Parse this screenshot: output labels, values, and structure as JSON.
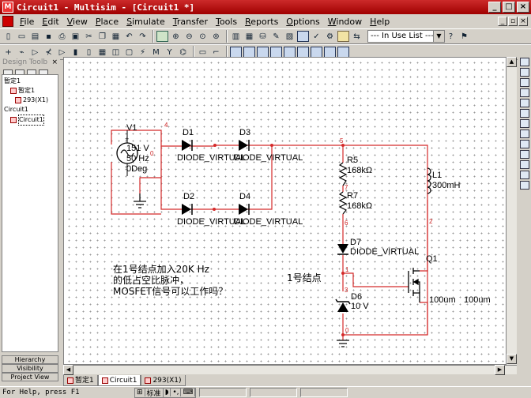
{
  "window": {
    "title": "Circuit1 - Multisim - [Circuit1 *]",
    "app_icon_glyph": "M"
  },
  "menu": [
    "File",
    "Edit",
    "View",
    "Place",
    "Simulate",
    "Transfer",
    "Tools",
    "Reports",
    "Options",
    "Window",
    "Help"
  ],
  "toolbar": {
    "in_use_list": "--- In Use List ---"
  },
  "design_toolbox": {
    "title": "Design Toolb",
    "tree": [
      "暂定1",
      "暂定1",
      "293(X1)",
      "Circuit1",
      "Circuit1"
    ],
    "tabs": [
      "Hierarchy",
      "Visibility",
      "Project View"
    ]
  },
  "circuit": {
    "source": {
      "ref": "V1",
      "voltage": "151 V",
      "freq": "50 Hz",
      "phase": "0Deg"
    },
    "diodes": [
      {
        "ref": "D1",
        "model": "DIODE_VIRTUAL"
      },
      {
        "ref": "D3",
        "model": "DIODE_VIRTUAL"
      },
      {
        "ref": "D2",
        "model": "DIODE_VIRTUAL"
      },
      {
        "ref": "D4",
        "model": "DIODE_VIRTUAL"
      },
      {
        "ref": "D7",
        "model": "DIODE_VIRTUAL"
      }
    ],
    "resistors": [
      {
        "ref": "R5",
        "value": "168kΩ"
      },
      {
        "ref": "R7",
        "value": "168kΩ"
      }
    ],
    "inductor": {
      "ref": "L1",
      "value": "300mH"
    },
    "zener": {
      "ref": "D6",
      "value": "10 V"
    },
    "mosfet": {
      "ref": "Q1",
      "w": "100um",
      "l": "100um"
    },
    "nets": [
      "4",
      "0",
      "5",
      "7",
      "6",
      "2",
      "1",
      "3",
      "0"
    ],
    "node_label": "1号结点",
    "note": [
      "在1号结点加入20K Hz",
      "的低占空比脉冲，",
      "MOSFET信号可以工作吗？"
    ]
  },
  "doc_tabs": [
    "暂定1",
    "Circuit1",
    "293(X1)"
  ],
  "status": {
    "help": "For Help, press F1",
    "ime": [
      "标准",
      "◗",
      "•,"
    ]
  },
  "colors": {
    "wire": "#d42a2a",
    "component": "#000000",
    "title_bg": "#b01010"
  }
}
